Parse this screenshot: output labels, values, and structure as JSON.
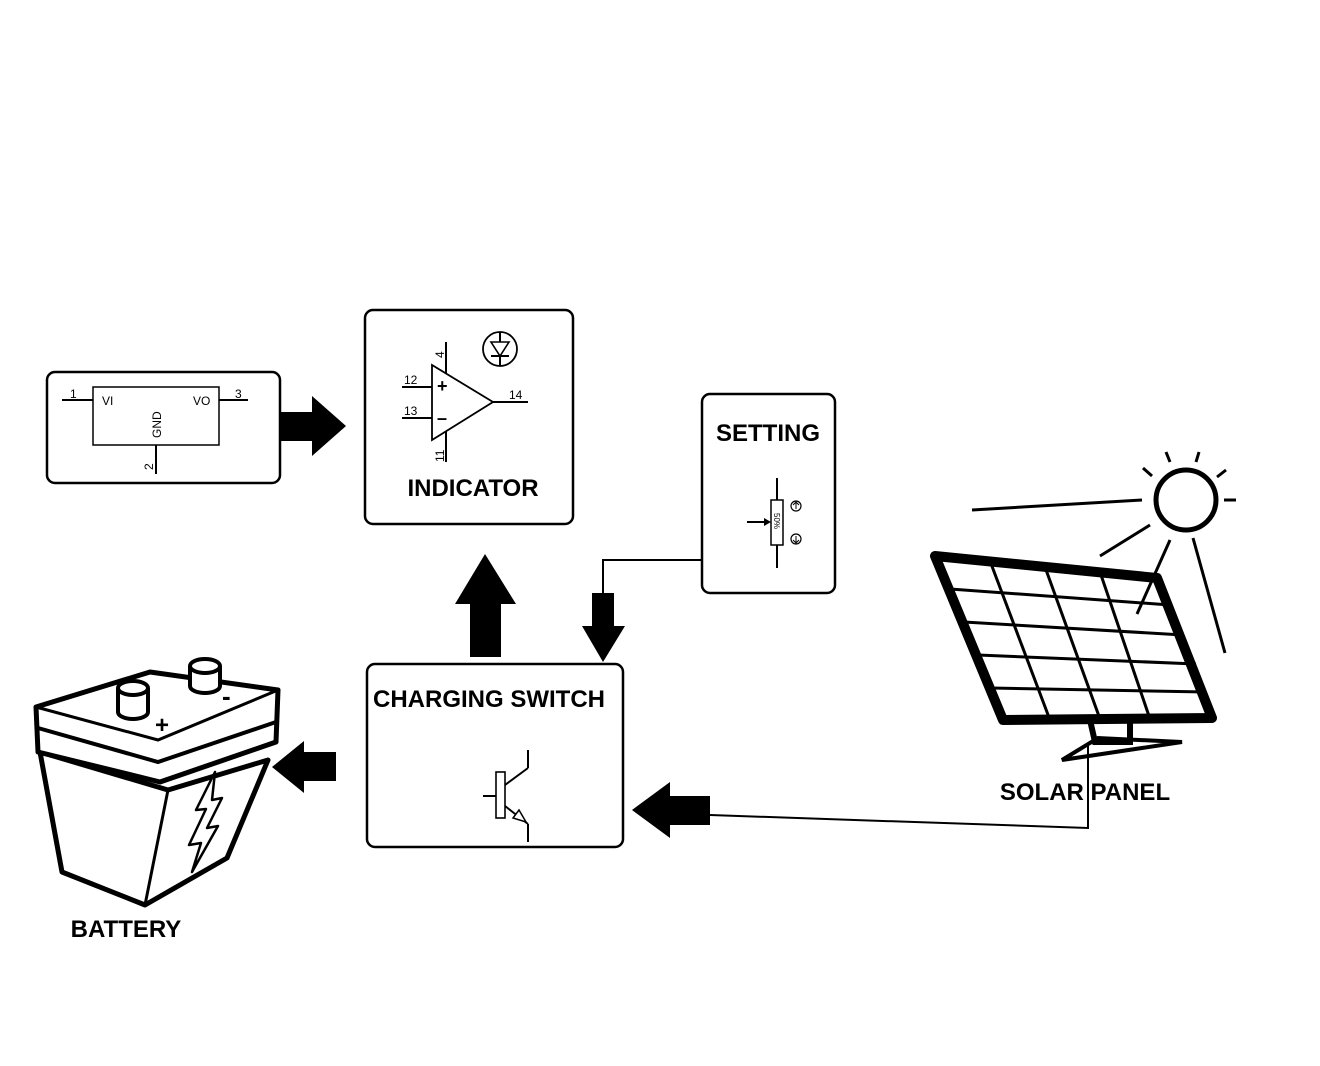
{
  "regulator": {
    "pin1": "1",
    "pin2": "2",
    "pin3": "3",
    "vi": "VI",
    "vo": "VO",
    "gnd": "GND"
  },
  "indicator": {
    "label": "INDICATOR",
    "pin4": "4",
    "pin11": "11",
    "pin12": "12",
    "pin13": "13",
    "pin14": "14",
    "plus": "+",
    "minus": "–"
  },
  "setting": {
    "label": "SETTING",
    "pot_value": "50%"
  },
  "charging_switch": {
    "label": "CHARGING SWITCH"
  },
  "battery": {
    "label": "BATTERY",
    "plus": "+",
    "minus": "-"
  },
  "solar_panel": {
    "label": "SOLAR PANEL"
  }
}
